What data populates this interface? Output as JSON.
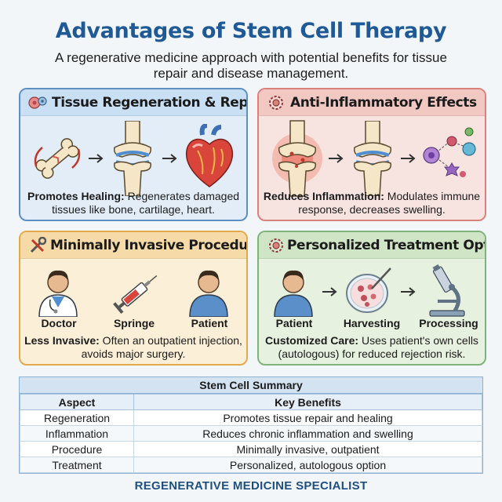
{
  "header": {
    "title": "Advantages of Stem Cell Therapy",
    "subtitle": "A regenerative medicine approach with potential benefits for tissue repair and disease management."
  },
  "panels": {
    "regeneration": {
      "title": "Tissue Regeneration & Repair",
      "caption_bold": "Promotes Healing:",
      "caption_text": " Regenerates damaged tissues like bone, cartilage, heart.",
      "icons": [
        "stem-cells-icon",
        "bone-icon",
        "knee-joint-icon",
        "heart-icon"
      ],
      "color": "#5d8fc2"
    },
    "inflammation": {
      "title": "Anti-Inflammatory Effects",
      "caption_bold": "Reduces Inflammation:",
      "caption_text": " Modulates immune response, decreases swelling.",
      "icons": [
        "gear-icon",
        "inflamed-joint-icon",
        "healthy-joint-icon",
        "immune-cells-icon"
      ],
      "color": "#d9827c"
    },
    "procedure": {
      "title": "Minimally Invasive Procedure",
      "caption_bold": "Less Invasive:",
      "caption_text": " Often an outpatient injection, avoids major surgery.",
      "labels": [
        "Doctor",
        "Springe",
        "Patient"
      ],
      "icons": [
        "tools-icon",
        "doctor-icon",
        "syringe-icon",
        "patient-icon"
      ],
      "color": "#e3aa4d"
    },
    "personalized": {
      "title": "Personalized Treatment Option",
      "caption_bold": "Customized Care:",
      "caption_text": " Uses patient's own cells (autologous) for reduced rejection risk.",
      "labels": [
        "Patient",
        "Harvesting",
        "Processing"
      ],
      "icons": [
        "gear-icon",
        "patient-icon",
        "petri-dish-icon",
        "microscope-icon"
      ],
      "color": "#7fb37a"
    }
  },
  "summary": {
    "title": "Stem Cell Summary",
    "headers": [
      "Aspect",
      "Key Benefits"
    ],
    "rows": [
      [
        "Regeneration",
        "Promotes tissue repair and healing"
      ],
      [
        "Inflammation",
        "Reduces chronic inflammation and swelling"
      ],
      [
        "Procedure",
        "Minimally invasive, outpatient"
      ],
      [
        "Treatment",
        "Personalized, autologous option"
      ]
    ]
  },
  "footer": {
    "text": "REGENERATIVE MEDICINE SPECIALIST"
  }
}
